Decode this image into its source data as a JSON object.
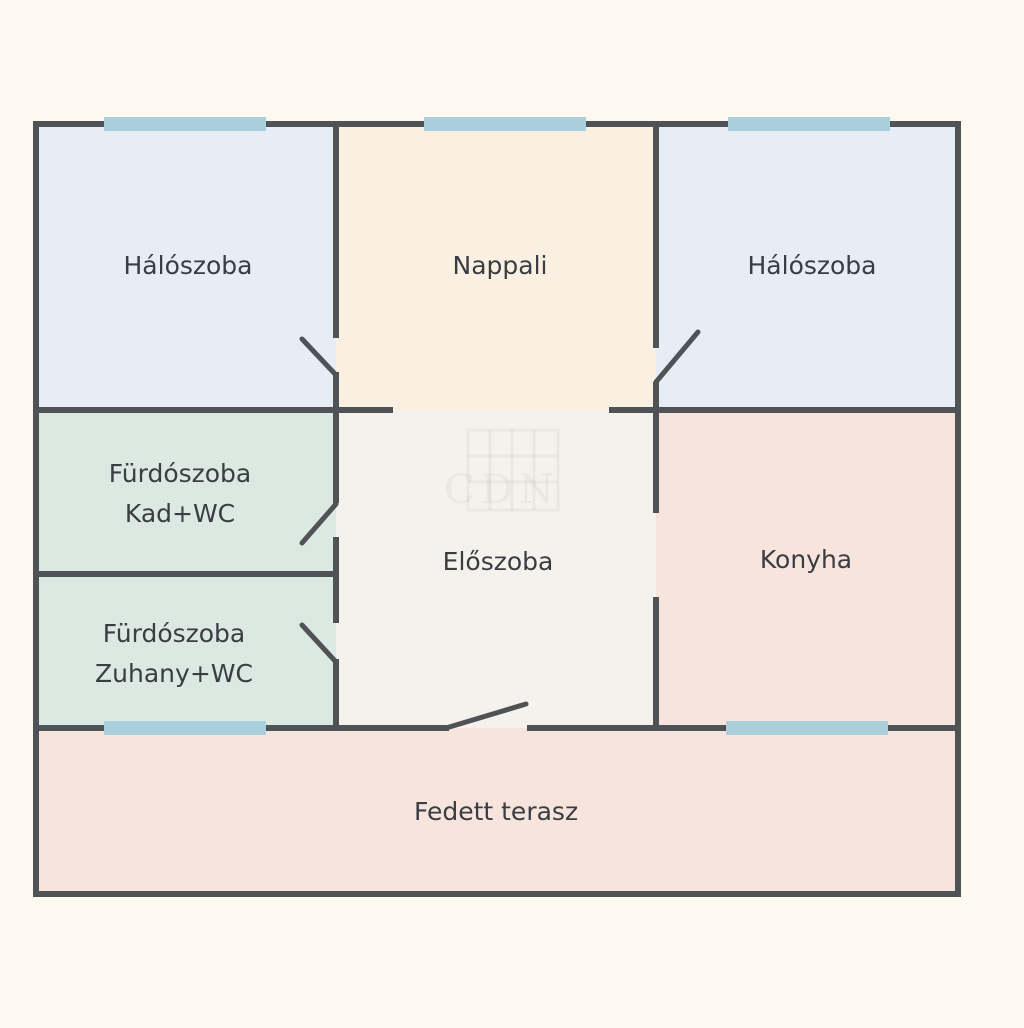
{
  "floorplan": {
    "rooms": [
      {
        "id": "bedroom-left",
        "name": "Hálószoba",
        "color": "#e6edf5"
      },
      {
        "id": "living",
        "name": "Nappali",
        "color": "#f9f0e1"
      },
      {
        "id": "bedroom-right",
        "name": "Hálószoba",
        "color": "#e6edf5"
      },
      {
        "id": "bath-tub",
        "name": "Fürdőszoba Kad+WC",
        "lines": [
          "Fürdószoba",
          "Kad+WC"
        ],
        "color": "#dce8e2"
      },
      {
        "id": "bath-shower",
        "lines": [
          "Fürdószoba",
          "Zuhany+WC"
        ],
        "color": "#dce8e2"
      },
      {
        "id": "hall",
        "name": "Előszoba",
        "color": "#f5f2ed"
      },
      {
        "id": "kitchen",
        "name": "Konyha",
        "color": "#f7e4dc"
      },
      {
        "id": "terrace",
        "name": "Fedett terasz",
        "color": "#f7e4dc"
      }
    ],
    "watermark": "CDN",
    "colors": {
      "wall": "#505356",
      "window": "#a9cfdc",
      "background": "#fdf9f1",
      "text": "#3a3d42"
    }
  }
}
